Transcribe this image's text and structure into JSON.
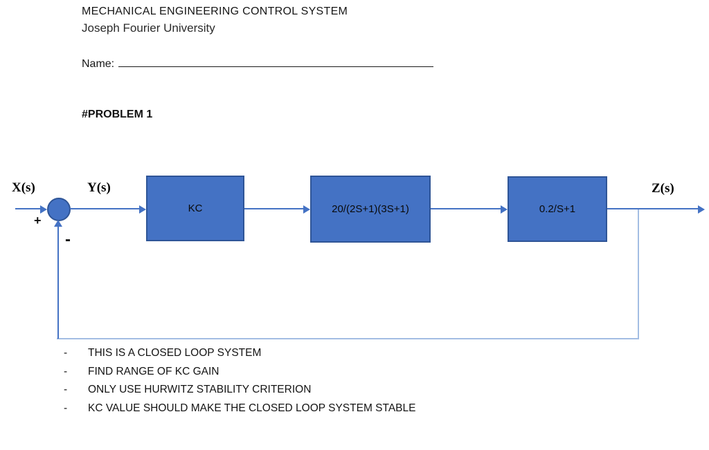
{
  "header": {
    "course": "MECHANICAL ENGINEERING CONTROL SYSTEM",
    "university": "Joseph Fourier University",
    "name_label": "Name:"
  },
  "problem": {
    "heading": "#PROBLEM 1"
  },
  "diagram": {
    "input_label": "X(s)",
    "error_label": "Y(s)",
    "output_label": "Z(s)",
    "plus_sign": "+",
    "minus_sign": "-",
    "blocks": [
      {
        "label": "KC"
      },
      {
        "label": "20/(2S+1)(3S+1)"
      },
      {
        "label": "0.2/S+1"
      }
    ]
  },
  "notes": {
    "bullet": "-",
    "items": [
      "THIS IS A CLOSED LOOP SYSTEM",
      "FIND RANGE OF KC GAIN",
      "ONLY USE HURWITZ STABILITY CRITERION",
      "KC VALUE SHOULD MAKE THE CLOSED LOOP SYSTEM STABLE"
    ]
  },
  "colors": {
    "block_fill": "#4472C4",
    "block_border": "#2F5597",
    "signal_line": "#4472C4",
    "feedback_line": "#A3BDE3",
    "text": "#1a1a1a"
  }
}
